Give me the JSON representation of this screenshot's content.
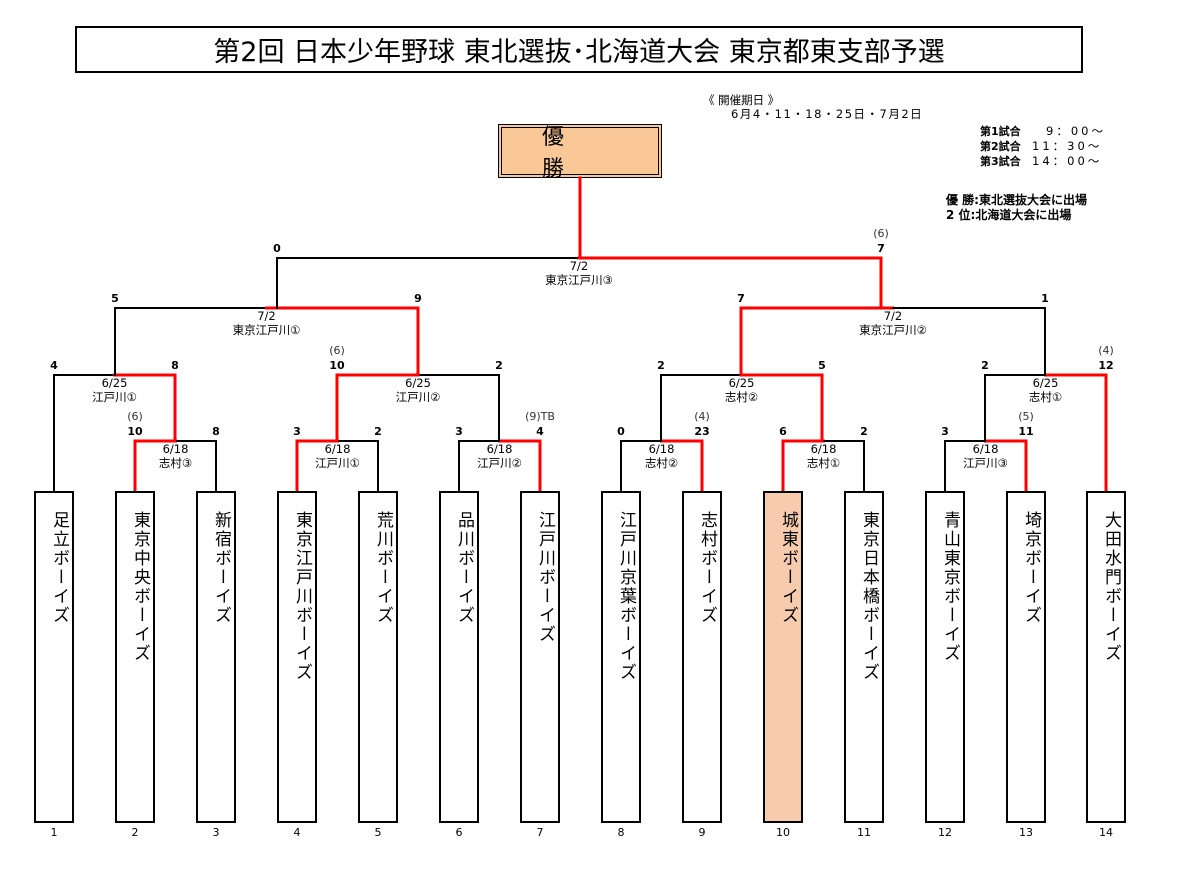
{
  "title": "第2回 日本少年野球 東北選抜･北海道大会 東京都東支部予選",
  "schedule": {
    "heading": "《 開催期日 》",
    "dates": "6月4・11・18・25日・7月2日",
    "games": [
      {
        "label": "第1試合",
        "time": "9：00～"
      },
      {
        "label": "第2試合",
        "time": "11：30～"
      },
      {
        "label": "第3試合",
        "time": "14：00～"
      }
    ]
  },
  "notes": [
    "優 勝:東北選抜大会に出場",
    "2  位:北海道大会に出場"
  ],
  "champion_label": "優勝",
  "colors": {
    "winner_line": "#ff0000",
    "loser_line": "#000000",
    "champion_fill": "#fac896",
    "winner_team_fill": "#f7ccae"
  },
  "teams": [
    {
      "no": "1",
      "name": "足立ボーイズ"
    },
    {
      "no": "2",
      "name": "東京中央ボーイズ"
    },
    {
      "no": "3",
      "name": "新宿ボーイズ"
    },
    {
      "no": "4",
      "name": "東京江戸川ボーイズ"
    },
    {
      "no": "5",
      "name": "荒川ボーイズ"
    },
    {
      "no": "6",
      "name": "品川ボーイズ"
    },
    {
      "no": "7",
      "name": "江戸川ボーイズ"
    },
    {
      "no": "8",
      "name": "江戸川京葉ボーイズ"
    },
    {
      "no": "9",
      "name": "志村ボーイズ"
    },
    {
      "no": "10",
      "name": "城東ボーイズ",
      "champion": true
    },
    {
      "no": "11",
      "name": "東京日本橋ボーイズ"
    },
    {
      "no": "12",
      "name": "青山東京ボーイズ"
    },
    {
      "no": "13",
      "name": "埼京ボーイズ"
    },
    {
      "no": "14",
      "name": "大田水門ボーイズ"
    }
  ],
  "matches": [
    {
      "id": "r1a",
      "date": "6/18",
      "venue": "志村③",
      "left_score": "10",
      "right_score": "8",
      "winner": "left",
      "innings": "(6)"
    },
    {
      "id": "r1b",
      "date": "6/18",
      "venue": "江戸川①",
      "left_score": "3",
      "right_score": "2",
      "winner": "left"
    },
    {
      "id": "r1c",
      "date": "6/18",
      "venue": "江戸川②",
      "left_score": "3",
      "right_score": "4",
      "winner": "right",
      "innings": "(9)TB"
    },
    {
      "id": "r1d",
      "date": "6/18",
      "venue": "志村②",
      "left_score": "0",
      "right_score": "23",
      "winner": "right",
      "innings": "(4)"
    },
    {
      "id": "r1e",
      "date": "6/18",
      "venue": "志村①",
      "left_score": "6",
      "right_score": "2",
      "winner": "left"
    },
    {
      "id": "r1f",
      "date": "6/18",
      "venue": "江戸川③",
      "left_score": "3",
      "right_score": "11",
      "winner": "right",
      "innings": "(5)"
    },
    {
      "id": "r2a",
      "date": "6/25",
      "venue": "江戸川①",
      "left_score": "4",
      "right_score": "8",
      "winner": "right"
    },
    {
      "id": "r2b",
      "date": "6/25",
      "venue": "江戸川②",
      "left_score": "10",
      "right_score": "2",
      "winner": "left",
      "innings": "(6)"
    },
    {
      "id": "r2c",
      "date": "6/25",
      "venue": "志村②",
      "left_score": "2",
      "right_score": "5",
      "winner": "right"
    },
    {
      "id": "r2d",
      "date": "6/25",
      "venue": "志村①",
      "left_score": "2",
      "right_score": "12",
      "winner": "right",
      "innings": "(4)"
    },
    {
      "id": "sf1",
      "date": "7/2",
      "venue": "東京江戸川①",
      "left_score": "5",
      "right_score": "9",
      "winner": "right"
    },
    {
      "id": "sf2",
      "date": "7/2",
      "venue": "東京江戸川②",
      "left_score": "7",
      "right_score": "1",
      "winner": "left"
    },
    {
      "id": "final",
      "date": "7/2",
      "venue": "東京江戸川③",
      "left_score": "0",
      "right_score": "7",
      "winner": "right",
      "innings": "(6)"
    }
  ]
}
